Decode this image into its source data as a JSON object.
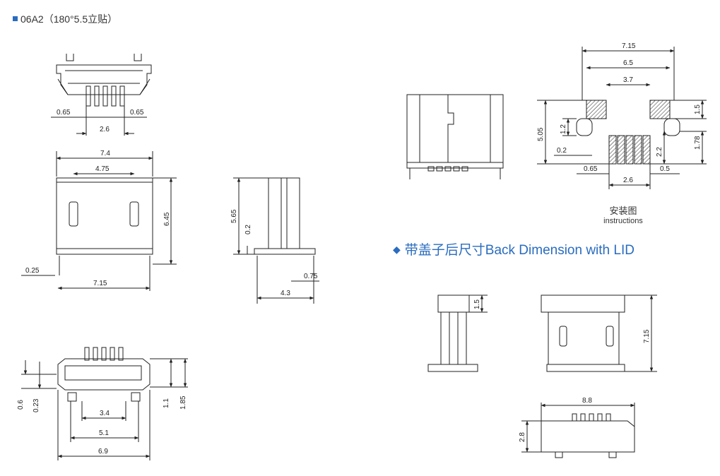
{
  "header": {
    "title": "06A2（180°5.5立贴）"
  },
  "section": {
    "title": "带盖子后尺寸Back Dimension with LID"
  },
  "install": {
    "label_cn": "安装图",
    "label_en": "instructions"
  },
  "dims": {
    "front_top": {
      "d1": "0.65",
      "d2": "0.65",
      "d3": "2.6"
    },
    "front_mid": {
      "w74": "7.4",
      "w475": "4.75",
      "h645": "6.45",
      "t025": "0.25",
      "w715": "7.15"
    },
    "side_mid": {
      "h565": "5.65",
      "h02": "0.2",
      "w075": "0.75",
      "w43": "4.3"
    },
    "bottom": {
      "h06": "0.6",
      "h023": "0.23",
      "w34": "3.4",
      "w51": "5.1",
      "w69": "6.9",
      "h11": "1.1",
      "h185": "1.85"
    },
    "footprint": {
      "w715": "7.15",
      "w65": "6.5",
      "w37": "3.7",
      "h15": "1.5",
      "h505": "5.05",
      "h12": "1.2",
      "h178": "1.78",
      "w02": "0.2",
      "h22": "2.2",
      "w065": "0.65",
      "w26": "2.6",
      "w05": "0.5"
    },
    "lid": {
      "h15": "1.5",
      "h715": "7.15",
      "w88": "8.8",
      "h28": "2.8"
    }
  }
}
